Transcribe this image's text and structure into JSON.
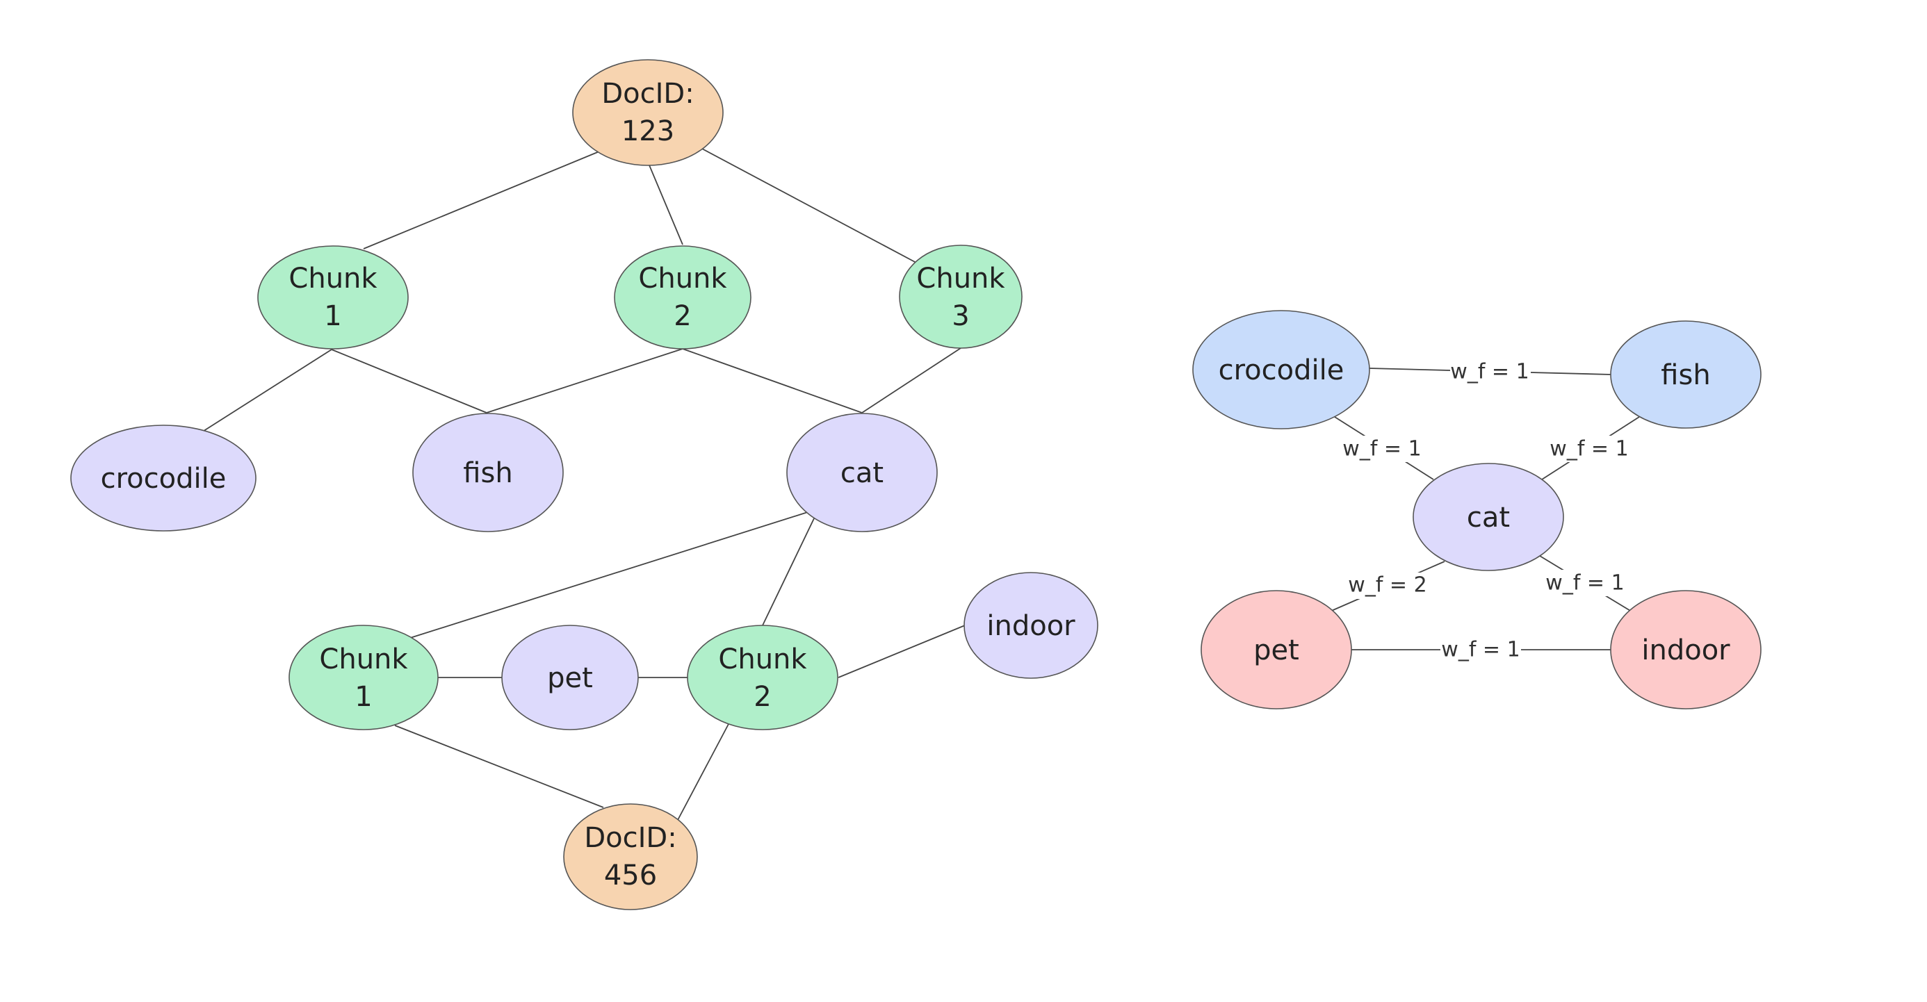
{
  "colors": {
    "doc": "#f7d4b0",
    "chunk": "#b0efca",
    "entity": "#dddafc",
    "blue_entity": "#c8dcfb",
    "red_entity": "#fdcaca"
  },
  "left_graph": {
    "top": {
      "doc": [
        "DocID:",
        "123"
      ],
      "chunks": [
        [
          "Chunk",
          "1"
        ],
        [
          "Chunk",
          "2"
        ],
        [
          "Chunk",
          "3"
        ]
      ],
      "entities": [
        "crocodile",
        "fish",
        "cat"
      ]
    },
    "bottom": {
      "doc": [
        "DocID:",
        "456"
      ],
      "chunks": [
        [
          "Chunk",
          "1"
        ],
        [
          "Chunk",
          "2"
        ]
      ],
      "entities": [
        "pet",
        "indoor"
      ]
    }
  },
  "right_graph": {
    "nodes": [
      "crocodile",
      "fish",
      "cat",
      "pet",
      "indoor"
    ],
    "weights": {
      "crocodile_fish": "w_f = 1",
      "crocodile_cat": "w_f = 1",
      "fish_cat": "w_f = 1",
      "cat_pet": "w_f = 2",
      "cat_indoor": "w_f = 1",
      "pet_indoor": "w_f = 1"
    }
  }
}
